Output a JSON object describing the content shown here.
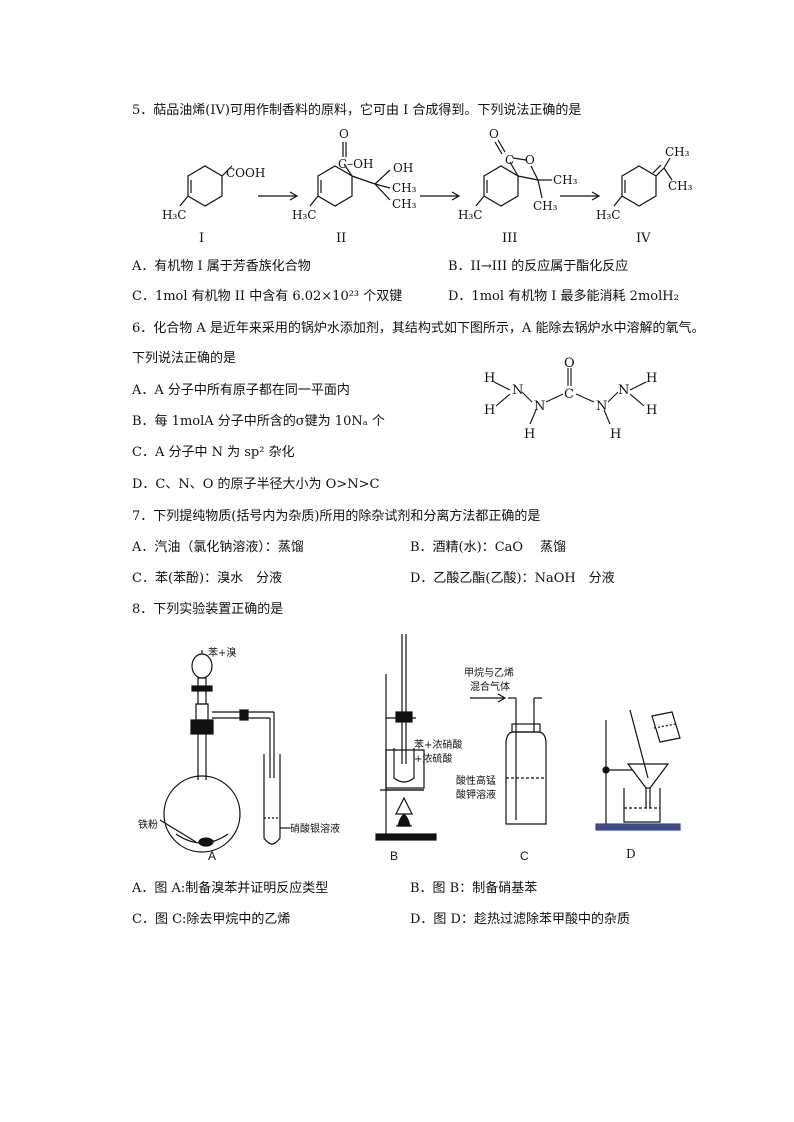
{
  "q5": {
    "stem": "5．萜品油烯(IV)可用作制香料的原料，它可由 I 合成得到。下列说法正确的是",
    "labels": {
      "cooh": "COOH",
      "h3c": "H₃C",
      "o": "O",
      "c_oh": "C–OH",
      "oh": "OH",
      "ch3": "CH₃",
      "c": "C",
      "n1": "I",
      "n2": "II",
      "n3": "III",
      "n4": "IV"
    },
    "options": {
      "A": "A．有机物 I 属于芳香族化合物",
      "B": "B．II→III 的反应属于酯化反应",
      "C": "C．1mol 有机物 II 中含有 6.02×10²³ 个双键",
      "D": "D．1mol 有机物 I 最多能消耗 2molH₂"
    }
  },
  "q6": {
    "stem": "6．化合物 A 是近年来采用的锅炉水添加剂，其结构式如下图所示，A 能除去锅炉水中溶解的氧气。",
    "stem2": "下列说法正确的是",
    "atoms": {
      "h": "H",
      "n": "N",
      "c": "C",
      "o": "O"
    },
    "options": {
      "A": "A．A 分子中所有原子都在同一平面内",
      "B": "B．每 1molA 分子中所含的σ键为 10Nₐ 个",
      "C": "C．A 分子中 N 为 sp² 杂化",
      "D": "D．C、N、O 的原子半径大小为 O>N>C"
    }
  },
  "q7": {
    "stem": "7．下列提纯物质(括号内为杂质)所用的除杂试剂和分离方法都正确的是",
    "options": {
      "A": "A．汽油（氯化钠溶液）：蒸馏",
      "B": "B．酒精(水)：CaO　 蒸馏",
      "C": "C．苯(苯酚)：溴水　分液",
      "D": "D．乙酸乙酯(乙酸)：NaOH　分液"
    }
  },
  "q8": {
    "stem": "8．下列实验装置正确的是",
    "fig_labels": {
      "benzene_bromine": "苯+溴",
      "iron": "铁粉",
      "silver_nitrate": "硝酸银溶液",
      "nitration_1": "苯+浓硝酸",
      "nitration_2": "+浓硫酸",
      "gas_1": "甲烷与乙烯",
      "gas_2": "混合气体",
      "kmno4_1": "酸性高锰",
      "kmno4_2": "酸钾溶液",
      "A": "A",
      "B": "B",
      "C": "C",
      "D": "D"
    },
    "options": {
      "A": "A．图 A:制备溴苯并证明反应类型",
      "B": "B．图 B：制备硝基苯",
      "C": "C．图 C:除去甲烷中的乙烯",
      "D": "D．图 D：趁热过滤除苯甲酸中的杂质"
    }
  }
}
